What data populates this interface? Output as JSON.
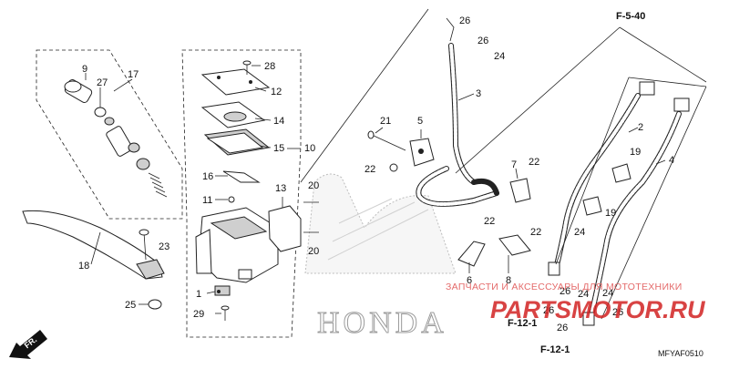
{
  "callouts": [
    {
      "id": "p1",
      "label": "1"
    },
    {
      "id": "p2",
      "label": "2"
    },
    {
      "id": "p3",
      "label": "3"
    },
    {
      "id": "p4",
      "label": "4"
    },
    {
      "id": "p5",
      "label": "5"
    },
    {
      "id": "p6",
      "label": "6"
    },
    {
      "id": "p7",
      "label": "7"
    },
    {
      "id": "p8",
      "label": "8"
    },
    {
      "id": "p9",
      "label": "9"
    },
    {
      "id": "p10",
      "label": "10"
    },
    {
      "id": "p11",
      "label": "11"
    },
    {
      "id": "p12",
      "label": "12"
    },
    {
      "id": "p13",
      "label": "13"
    },
    {
      "id": "p14",
      "label": "14"
    },
    {
      "id": "p15",
      "label": "15"
    },
    {
      "id": "p16",
      "label": "16"
    },
    {
      "id": "p17",
      "label": "17"
    },
    {
      "id": "p18",
      "label": "18"
    },
    {
      "id": "p19a",
      "label": "19"
    },
    {
      "id": "p19b",
      "label": "19"
    },
    {
      "id": "p20a",
      "label": "20"
    },
    {
      "id": "p20b",
      "label": "20"
    },
    {
      "id": "p21",
      "label": "21"
    },
    {
      "id": "p22a",
      "label": "22"
    },
    {
      "id": "p22b",
      "label": "22"
    },
    {
      "id": "p22c",
      "label": "22"
    },
    {
      "id": "p22d",
      "label": "22"
    },
    {
      "id": "p23",
      "label": "23"
    },
    {
      "id": "p24a",
      "label": "24"
    },
    {
      "id": "p24b",
      "label": "24"
    },
    {
      "id": "p24c",
      "label": "24"
    },
    {
      "id": "p24d",
      "label": "24"
    },
    {
      "id": "p25",
      "label": "25"
    },
    {
      "id": "p26a",
      "label": "26"
    },
    {
      "id": "p26b",
      "label": "26"
    },
    {
      "id": "p26c",
      "label": "26"
    },
    {
      "id": "p26d",
      "label": "26"
    },
    {
      "id": "p26e",
      "label": "26"
    },
    {
      "id": "p27",
      "label": "27"
    },
    {
      "id": "p28",
      "label": "28"
    },
    {
      "id": "p29",
      "label": "29"
    }
  ],
  "references": {
    "f540": "F-5-40",
    "f121a": "F-12-1",
    "f121b": "F-12-1"
  },
  "watermark": {
    "line1": "ЗАПЧАСТИ И АКСЕССУАРЫ ДЛЯ МОТОТЕХНИКИ",
    "line2": "PARTSMOTOR.RU"
  },
  "brand_mark": "HONDA",
  "diagram_code": "MFYAF0510",
  "direction_label": "FR."
}
